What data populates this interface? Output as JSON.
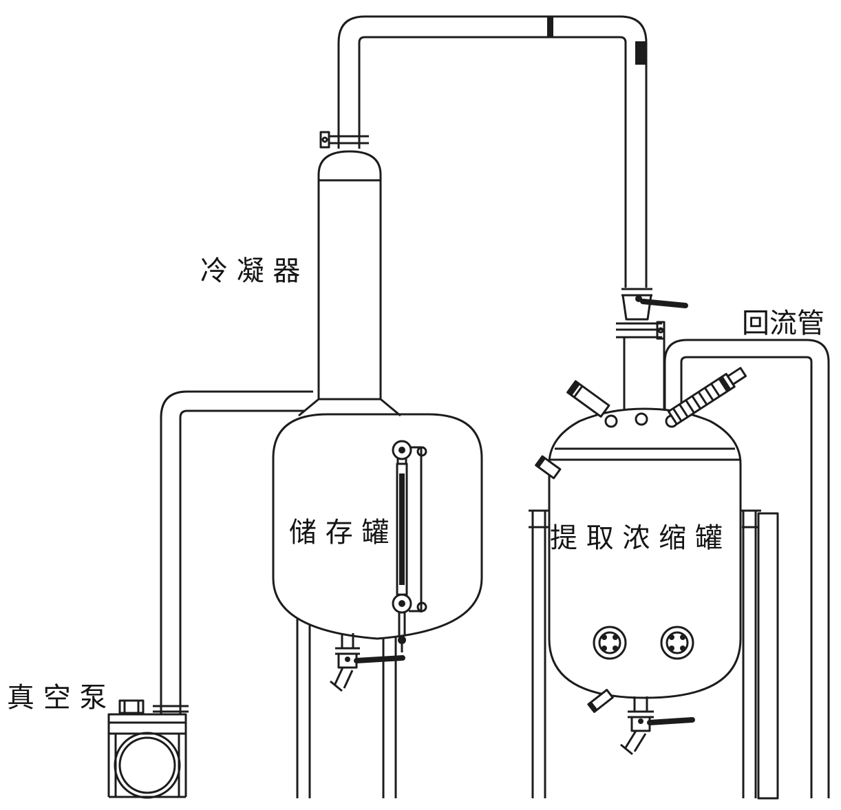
{
  "labels": {
    "condenser": "冷 凝 器",
    "reflux_pipe": "回流管",
    "storage_tank": "储 存 罐",
    "extraction_tank": "提 取 浓 缩 罐",
    "vacuum_pump": "真 空 泵"
  },
  "colors": {
    "line": "#1c1c1c",
    "background": "#ffffff",
    "liquid_fill": "#1c1c1c"
  }
}
